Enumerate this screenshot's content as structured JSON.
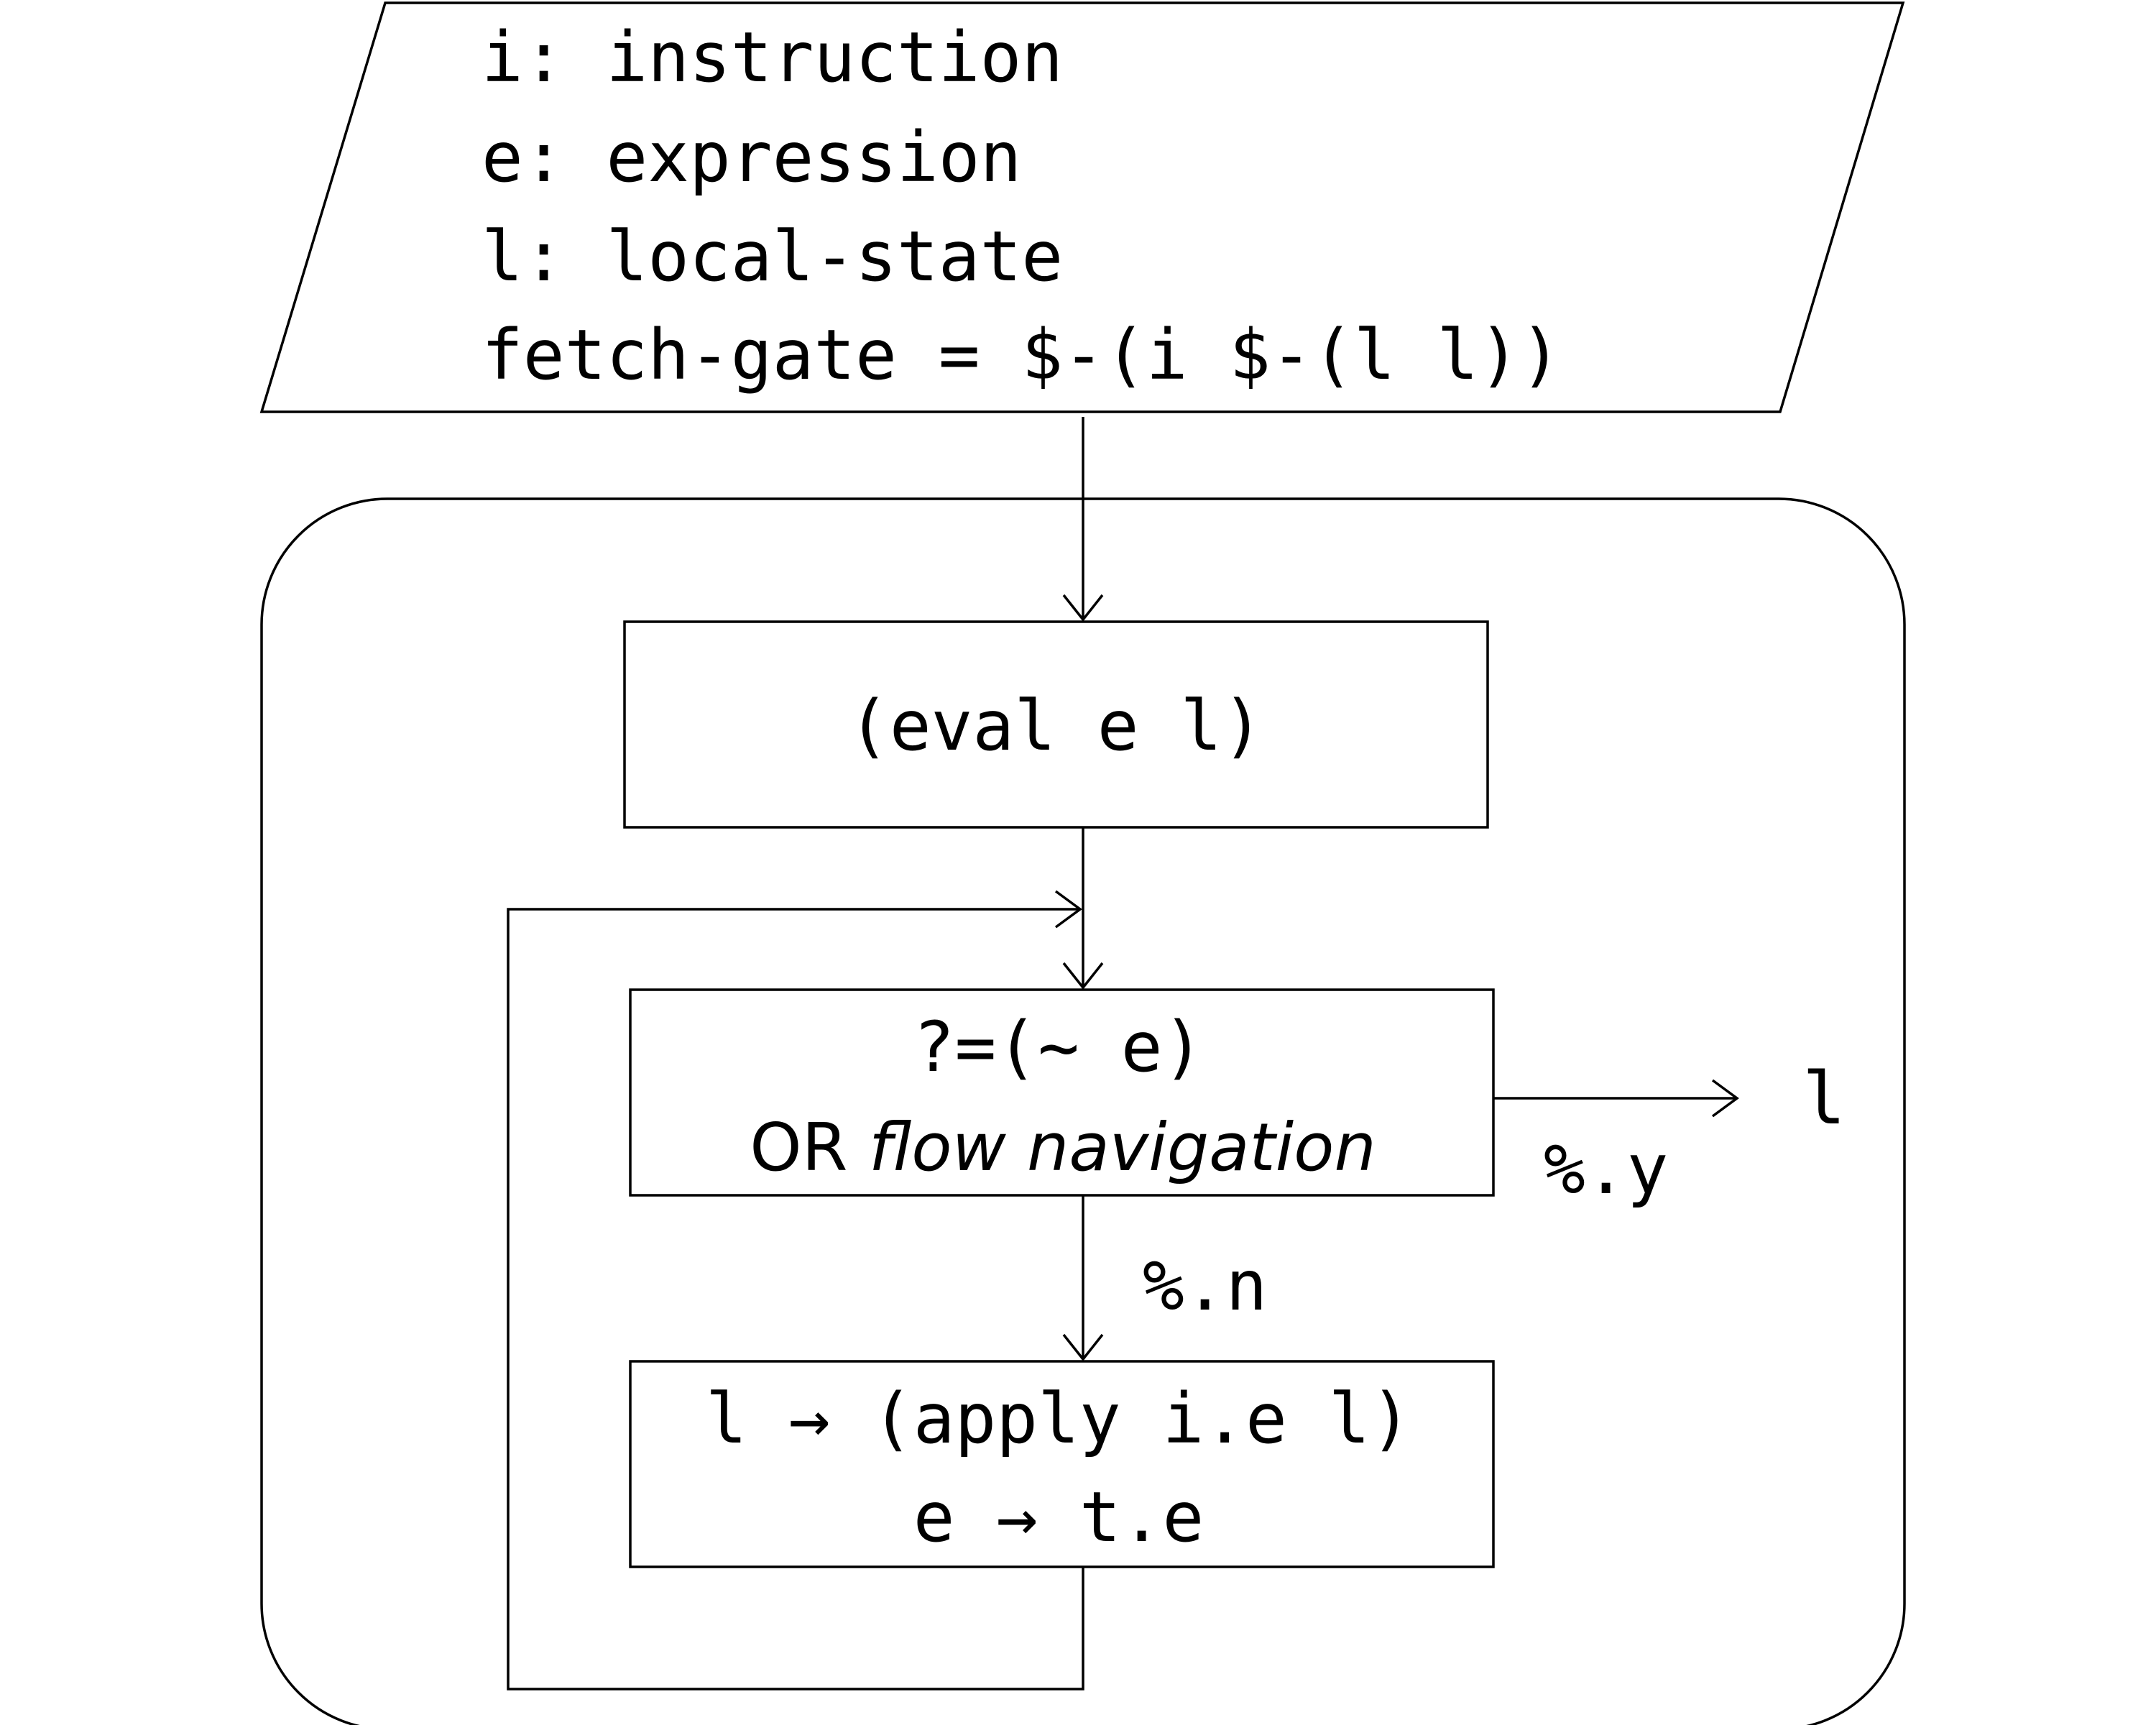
{
  "inputs": {
    "line1": "i: instruction",
    "line2": "e: expression",
    "line3": "l: local-state",
    "line4": "fetch-gate = $-(i $-(l l))"
  },
  "eval_box": {
    "text": "(eval e l)"
  },
  "test_box": {
    "line1": "?=(~ e)",
    "line2_prefix": "OR ",
    "line2_italic": "flow navigation"
  },
  "apply_box": {
    "line1": "l → (apply i.e l)",
    "line2": "e → t.e"
  },
  "labels": {
    "yes_branch": "%.y",
    "no_branch": "%.n",
    "output": "l"
  },
  "colors": {
    "stroke": "#000000",
    "background": "#ffffff"
  }
}
